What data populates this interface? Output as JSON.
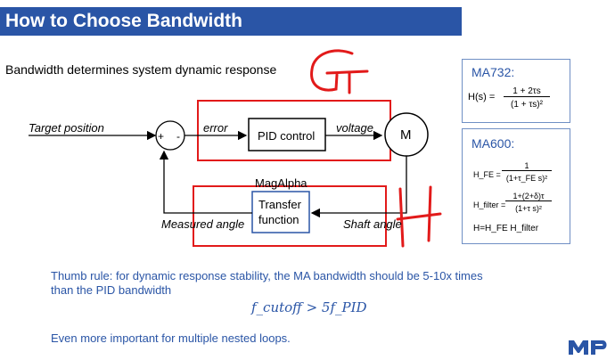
{
  "title": "How to Choose Bandwidth",
  "subtitle": "Bandwidth determines system dynamic response",
  "diagram": {
    "target_position": "Target position",
    "sum_plus": "+",
    "sum_minus": "-",
    "error": "error",
    "pid_block": "PID control",
    "voltage": "voltage",
    "motor": "M",
    "magalpha": "MagAlpha",
    "transfer_line1": "Transfer",
    "transfer_line2": "function",
    "measured_angle": "Measured angle",
    "shaft_angle": "Shaft angle",
    "handwritten_G": "G",
    "handwritten_H": "H"
  },
  "ma732": {
    "title": "MA732:",
    "formula_lhs": "H(s) =",
    "formula_num": "1 + 2τs",
    "formula_den": "(1 + τs)²"
  },
  "ma600": {
    "title": "MA600:",
    "hfe_lhs": "H_FE =",
    "hfe_num": "1",
    "hfe_den": "(1+τ_FE s)²",
    "hfilter_lhs": "H_filter =",
    "hfilter_num": "1+(2+δ)τ",
    "hfilter_den": "(1+τ s)²",
    "product": "H=H_FE H_filter"
  },
  "notes": {
    "thumb_rule_line1": "Thumb rule: for dynamic response stability, the MA bandwidth should be 5-10x times",
    "thumb_rule_line2": "than the PID bandwidth",
    "formula": "f_cutoff > 5f_PID",
    "nested": "Even more important for multiple nested loops."
  },
  "colors": {
    "title_bg": "#2a55a6",
    "accent_blue": "#2a55a6",
    "red": "#e21a1a",
    "box_border": "#6f8fc4"
  },
  "logo_icon": "mps-logo-icon"
}
